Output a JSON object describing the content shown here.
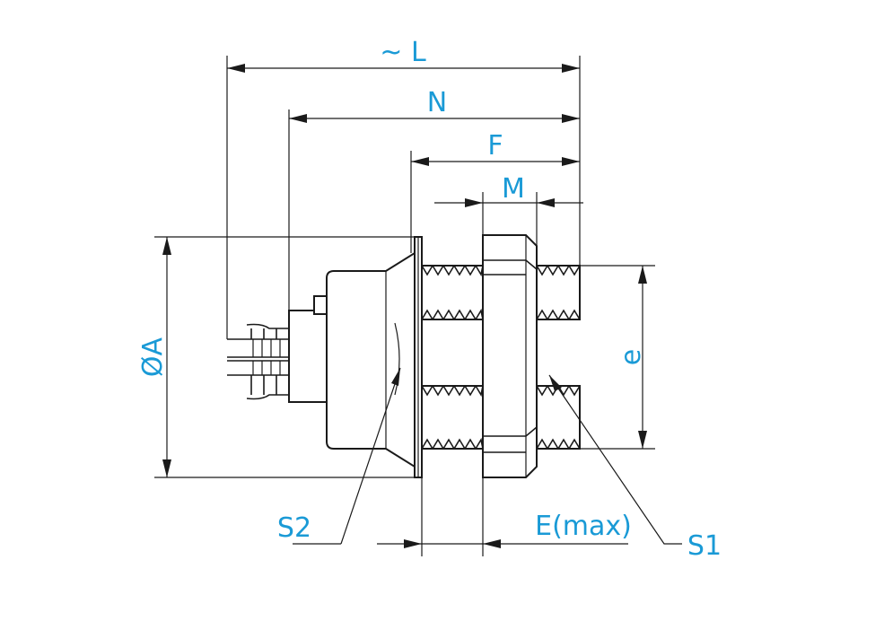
{
  "diagram": {
    "label_color": "#1a9ad6",
    "line_color": "#1a1a1a",
    "labels": {
      "L": "~ L",
      "N": "N",
      "F": "F",
      "M": "M",
      "A": "ØA",
      "e": "e",
      "E": "E(max)",
      "S1": "S1",
      "S2": "S2"
    }
  }
}
